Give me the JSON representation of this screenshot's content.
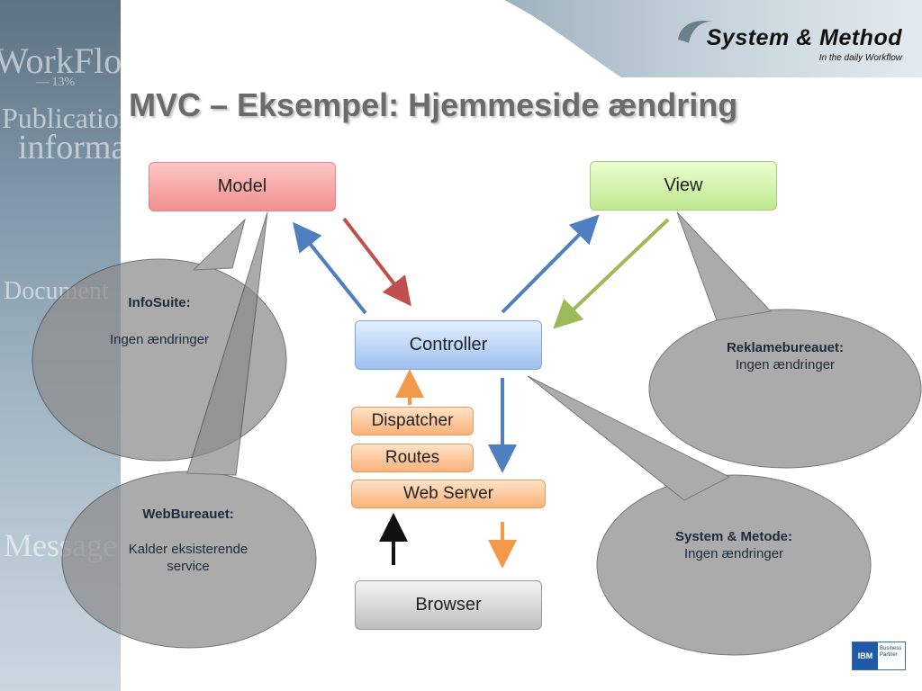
{
  "title": "MVC – Eksempel: Hjemmeside ændring",
  "logo": {
    "name": "System & Method",
    "tagline": "In the daily Workflow",
    "icon": "swoosh-logo-mark"
  },
  "background_words": [
    "WorkFlow",
    "— 13%",
    "Publication",
    "information",
    "Document",
    "Message"
  ],
  "boxes": {
    "model": "Model",
    "view": "View",
    "controller": "Controller",
    "dispatcher": "Dispatcher",
    "routes": "Routes",
    "web_server": "Web Server",
    "browser": "Browser"
  },
  "callouts": {
    "infosuite": {
      "heading": "InfoSuite:",
      "text": "Ingen ændringer"
    },
    "webbureauet": {
      "heading": "WebBureauet:",
      "text": "Kalder eksisterende service"
    },
    "reklame": {
      "heading": "Reklamebureauet:",
      "text": "Ingen ændringer"
    },
    "system": {
      "heading": "System & Metode:",
      "text": "Ingen ændringer"
    }
  },
  "partner_badge": {
    "brand": "IBM",
    "line1": "Business",
    "line2": "Partner"
  },
  "colors": {
    "arrow_blue": "#4f7fbf",
    "arrow_red": "#c0504d",
    "arrow_green": "#9bbb59",
    "arrow_orange": "#f29a4a",
    "arrow_black": "#111111",
    "bubble_fill": "#8c8c8c"
  }
}
